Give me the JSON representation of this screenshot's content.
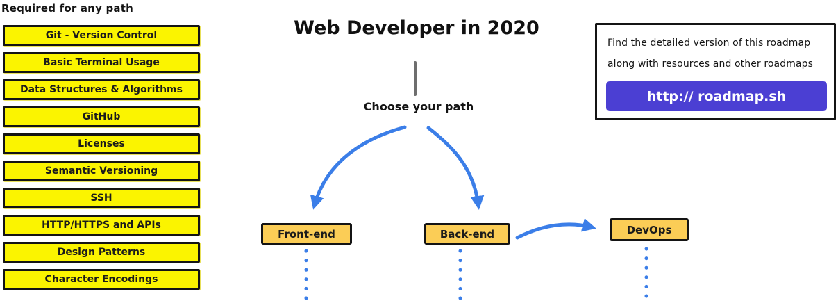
{
  "left_column": {
    "heading": "Required for any path",
    "items": [
      "Git - Version Control",
      "Basic Terminal Usage",
      "Data Structures & Algorithms",
      "GitHub",
      "Licenses",
      "Semantic Versioning",
      "SSH",
      "HTTP/HTTPS and APIs",
      "Design Patterns",
      "Character Encodings"
    ]
  },
  "header": {
    "title": "Web Developer in 2020",
    "subtitle": "Choose your path"
  },
  "paths": {
    "front_end": "Front-end",
    "back_end": "Back-end",
    "devops": "DevOps"
  },
  "info_box": {
    "line1": "Find the detailed version of this roadmap",
    "line2": "along with resources and other roadmaps",
    "button_label": "http:// roadmap.sh"
  },
  "colors": {
    "required_node_fill": "#fbf400",
    "path_node_fill": "#fbcd56",
    "arrow_blue": "#3b7ee8",
    "button_purple": "#4b3fd3",
    "connector_gray": "#6e6e6e",
    "border_black": "#141414"
  }
}
